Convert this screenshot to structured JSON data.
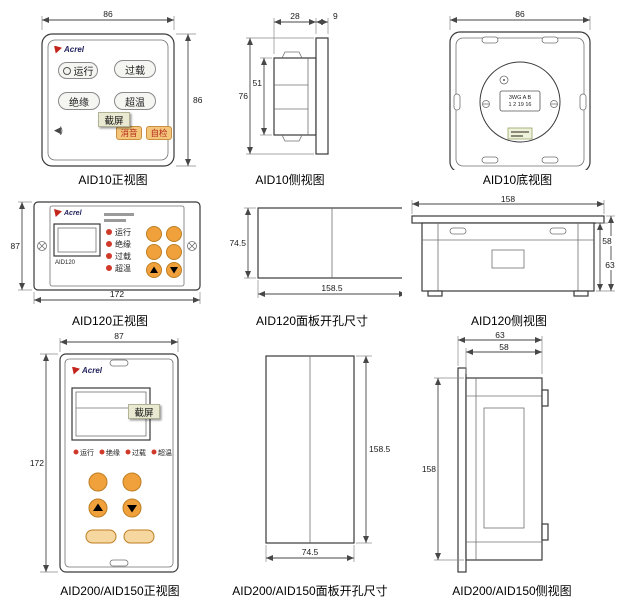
{
  "figure": {
    "brand_logo": "Acrel",
    "captions": {
      "aid10_front": "AID10正视图",
      "aid10_side": "AID10侧视图",
      "aid10_bottom": "AID10底视图",
      "aid120_front": "AID120正视图",
      "aid120_cutout": "AID120面板开孔尺寸",
      "aid120_side": "AID120侧视图",
      "aid200_front": "AID200/AID150正视图",
      "aid200_cutout": "AID200/AID150面板开孔尺寸",
      "aid200_side": "AID200/AID150侧视图"
    },
    "dimensions": {
      "aid10_front": {
        "width": "86",
        "height": "86"
      },
      "aid10_side": {
        "body_depth": "28",
        "bezel_depth": "9",
        "bezel_height": "76",
        "body_height": "51"
      },
      "aid10_bottom": {
        "width": "86"
      },
      "aid120_front": {
        "height": "87",
        "width": "172"
      },
      "aid120_cutout": {
        "height": "74.5",
        "width": "158.5"
      },
      "aid120_side": {
        "width": "158",
        "body_depth": "58",
        "total_depth": "63"
      },
      "aid200_front": {
        "width": "87",
        "height": "172"
      },
      "aid200_cutout": {
        "height": "158.5",
        "width": "74.5"
      },
      "aid200_side": {
        "total_depth": "63",
        "body_depth": "58",
        "body_height": "158"
      }
    },
    "panel_labels": {
      "run": "运行",
      "overload": "过载",
      "insulation": "绝缘",
      "overtemp": "超温",
      "mute": "消音",
      "self_test": "自检",
      "model_aid120": "AID120",
      "terminal_line1": "3WG A B",
      "terminal_line2": "1 2 19 16"
    },
    "overlay": {
      "screenshot_tag": "截屏"
    }
  }
}
